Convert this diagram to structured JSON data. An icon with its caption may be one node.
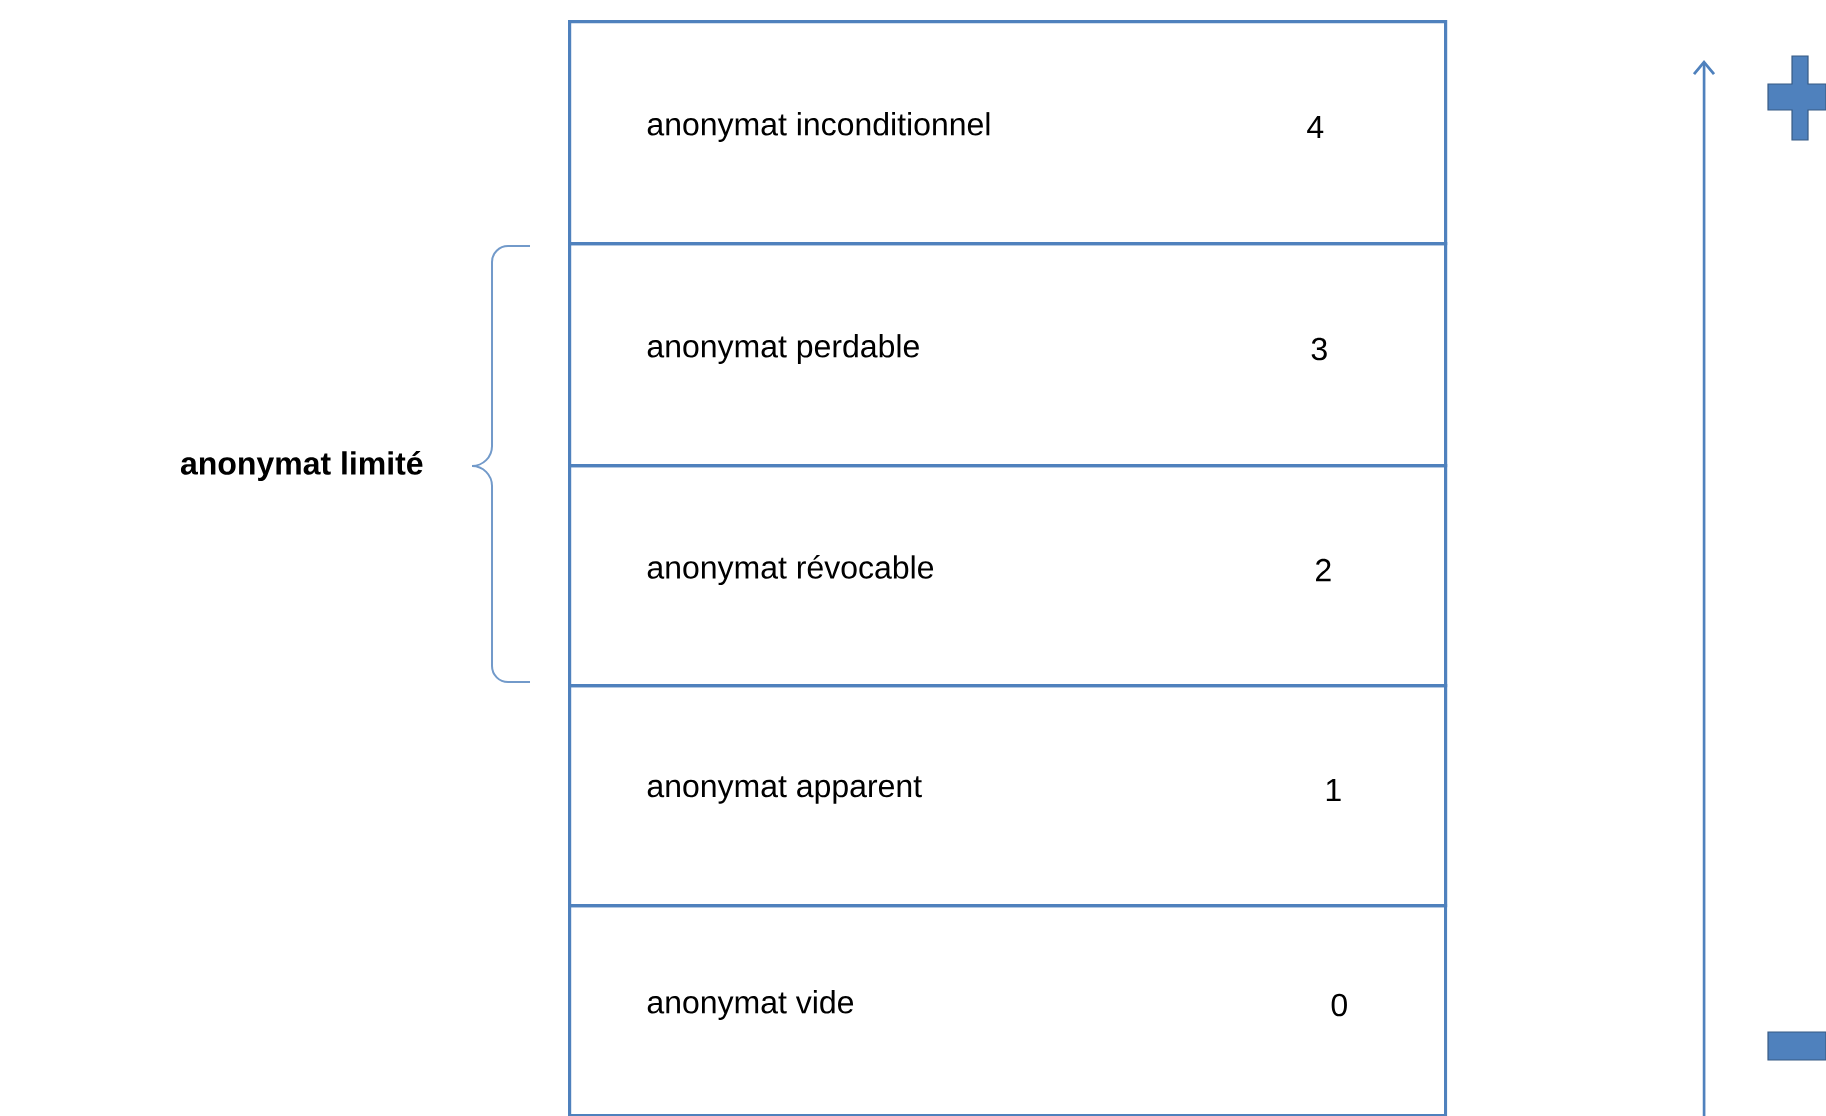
{
  "diagram": {
    "nodes": [
      {
        "text": [
          "anonymat inconditionnel",
          "4"
        ]
      },
      {
        "text": [
          "anonymat perdable",
          "3"
        ]
      },
      {
        "text": [
          "anonymat révocable",
          "2"
        ]
      },
      {
        "text": [
          "anonymat apparent",
          "1"
        ]
      },
      {
        "text": [
          "anonymat vide",
          "0"
        ]
      }
    ],
    "labels": [
      "anonymat limité"
    ]
  }
}
